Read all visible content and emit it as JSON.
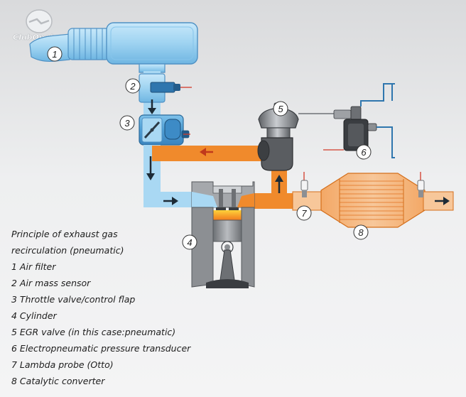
{
  "logo": {
    "text": "ClubOpel.com"
  },
  "legend": {
    "title_line1": "Principle of exhaust gas",
    "title_line2": "recirculation (pneumatic)",
    "items": [
      "1  Air filter",
      "2  Air mass sensor",
      "3  Throttle valve/control flap",
      "4  Cylinder",
      "5  EGR valve (in this case:pneumatic)",
      "6  Electropneumatic pressure transducer",
      "7  Lambda probe (Otto)",
      "8  Catalytic converter"
    ]
  },
  "components": [
    {
      "num": "1",
      "name": "Air filter"
    },
    {
      "num": "2",
      "name": "Air mass sensor"
    },
    {
      "num": "3",
      "name": "Throttle valve/control flap"
    },
    {
      "num": "4",
      "name": "Cylinder"
    },
    {
      "num": "5",
      "name": "EGR valve"
    },
    {
      "num": "6",
      "name": "Electropneumatic pressure transducer"
    },
    {
      "num": "7",
      "name": "Lambda probe"
    },
    {
      "num": "8",
      "name": "Catalytic converter"
    }
  ],
  "colors": {
    "intake_air": "#a9d8f3",
    "intake_dark": "#5aa6d8",
    "exhaust": "#f08a2c",
    "exhaust_light": "#f7c79a",
    "engine_gray": "#8c8f93",
    "signal_red": "#d23a2a"
  }
}
